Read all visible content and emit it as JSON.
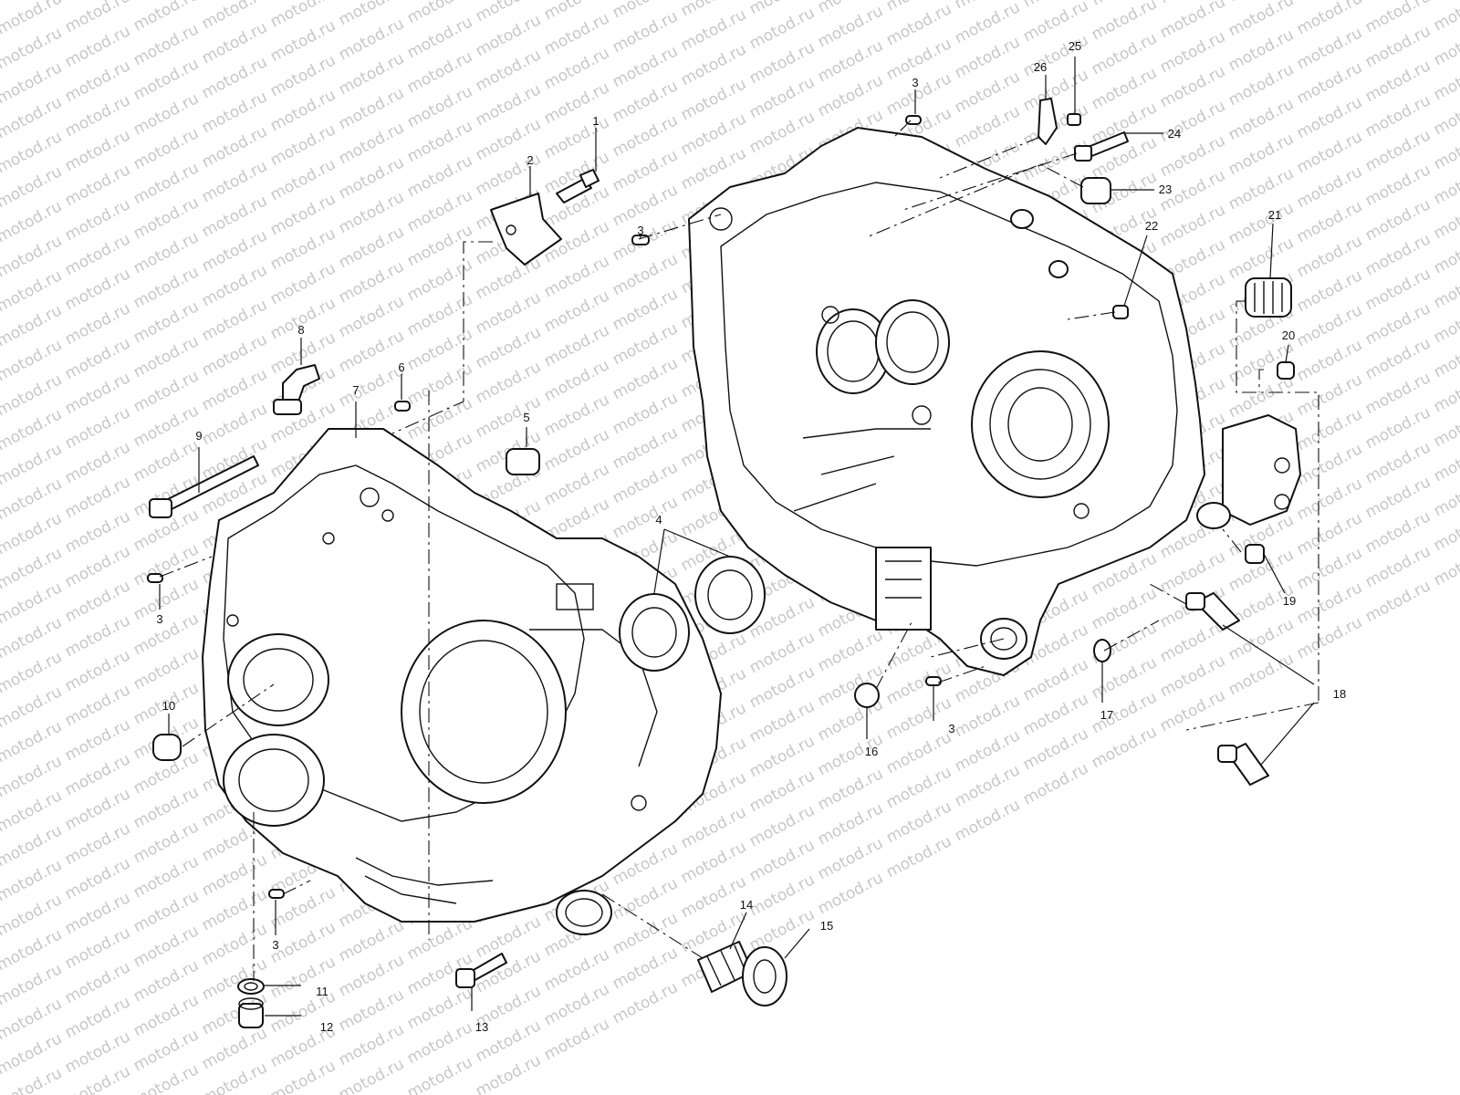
{
  "watermark": "motod.ru",
  "colors": {
    "ink": "#111111",
    "watermark": "#c7c7c7",
    "background": "#ffffff"
  },
  "callouts": {
    "c1": "1",
    "c2": "2",
    "c3a": "3",
    "c3b": "3",
    "c3c": "3",
    "c3d": "3",
    "c3e": "3",
    "c4": "4",
    "c5": "5",
    "c6": "6",
    "c7": "7",
    "c8": "8",
    "c9": "9",
    "c10": "10",
    "c11": "11",
    "c12": "12",
    "c13": "13",
    "c14": "14",
    "c15": "15",
    "c16": "16",
    "c17": "17",
    "c18": "18",
    "c19": "19",
    "c20": "20",
    "c21": "21",
    "c22": "22",
    "c23": "23",
    "c24": "24",
    "c25": "25",
    "c26": "26"
  }
}
